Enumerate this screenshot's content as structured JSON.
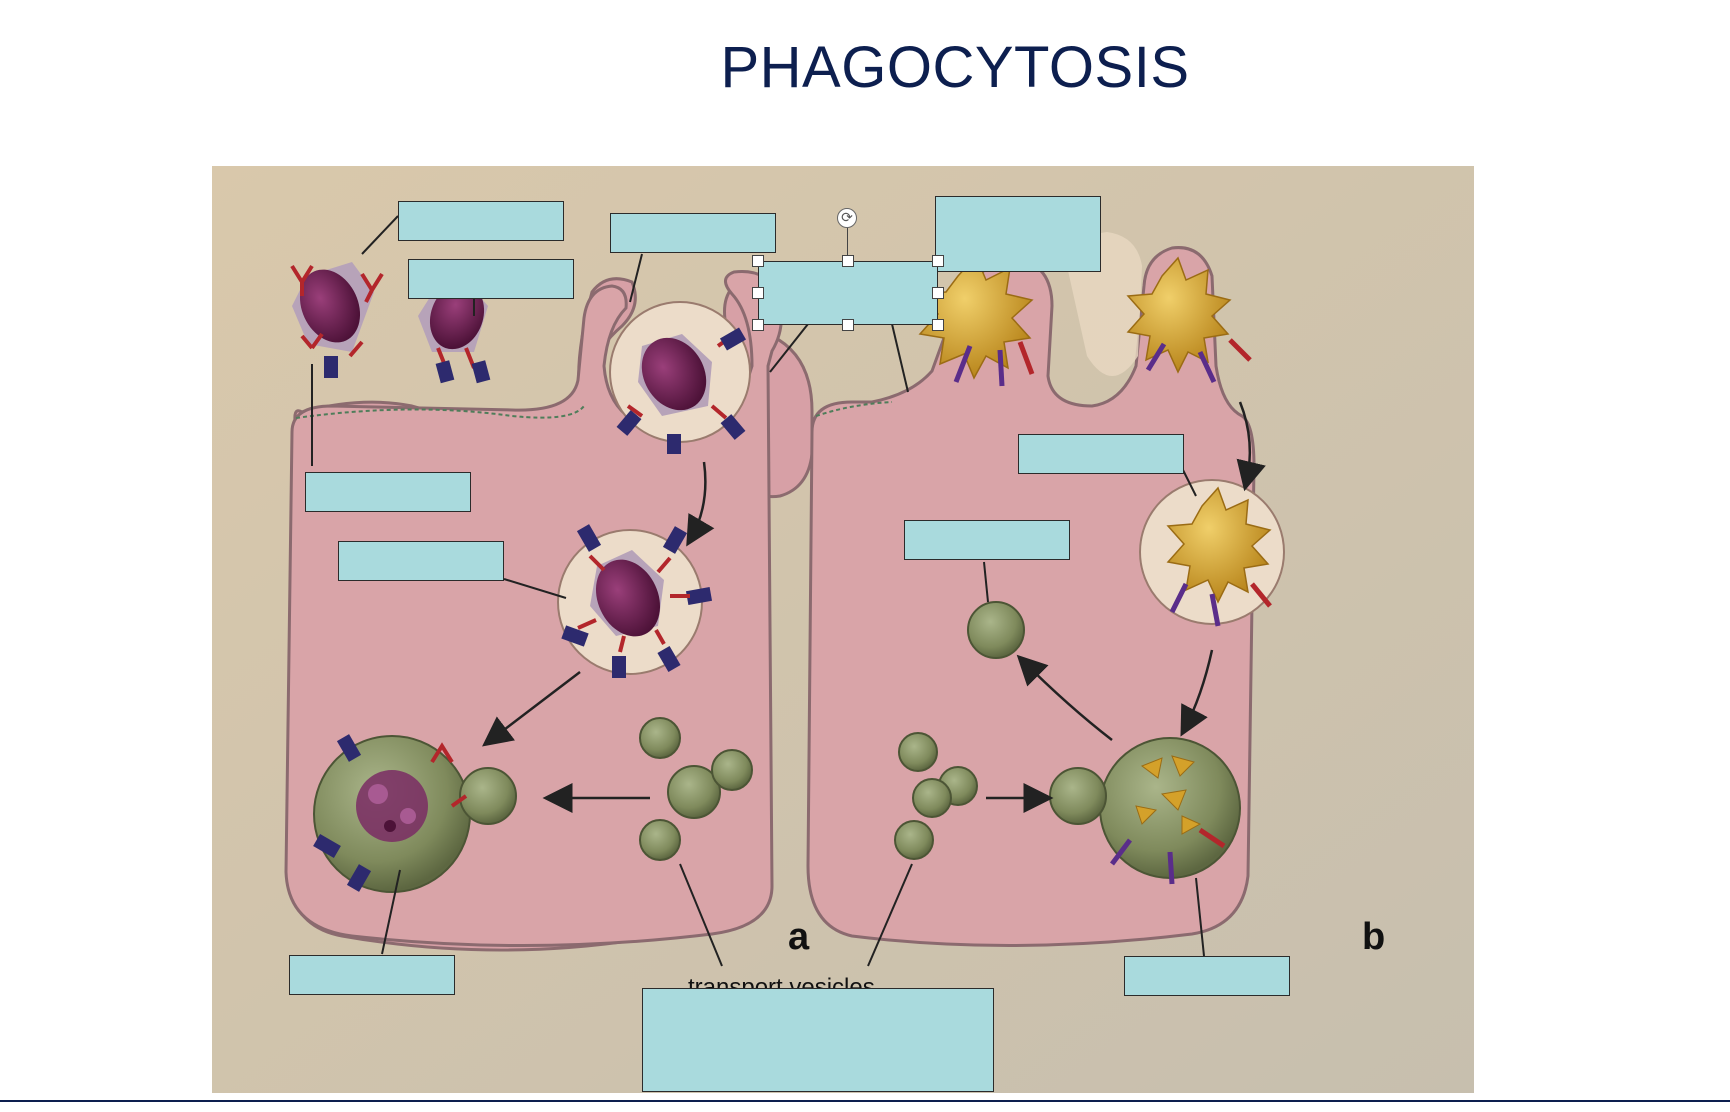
{
  "title": "PHAGOCYTOSIS",
  "panel_labels": {
    "a": "a",
    "b": "b"
  },
  "caption": "transport vesicles",
  "colors": {
    "title": "#0d1f4f",
    "label_fill": "#a9dadd",
    "cell_fill": "#d9a4a8",
    "page_background": "#d8c9b0",
    "pathogen_a": "#6e1e4f",
    "pathogen_b": "#d4a12a",
    "lysosome": "#7f8a5c",
    "antibody": "#b3262b",
    "receptor": "#2d2a6e"
  },
  "answer_boxes": [
    "",
    "",
    "",
    "",
    "",
    "",
    "",
    "",
    "",
    "",
    "",
    "",
    ""
  ]
}
